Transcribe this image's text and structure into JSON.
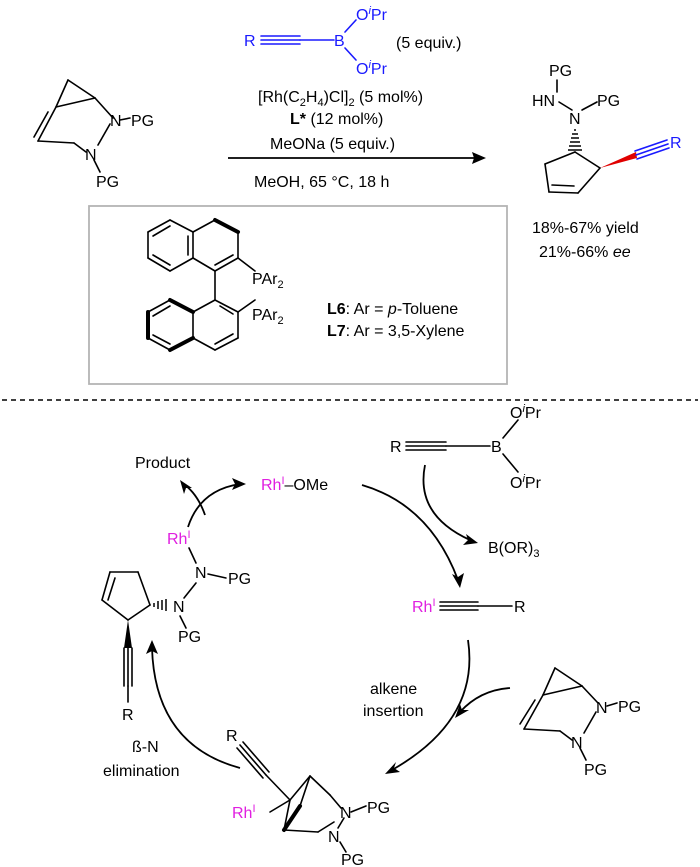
{
  "colors": {
    "alkyne_reagent": "#1a1aff",
    "rhodium": "#e020e0",
    "wedge_bond": "#e00000",
    "box_border": "#b4b4b4"
  },
  "reaction": {
    "reagent": {
      "R": "R",
      "B": "B",
      "OiPr": [
        "O",
        "i",
        "Pr"
      ],
      "equiv": "(5 equiv.)"
    },
    "conditions": {
      "catalyst": [
        "[Rh(C",
        "2",
        "H",
        "4",
        ")Cl]",
        "2",
        " (5 mol%)"
      ],
      "ligand": [
        "L*",
        " (12 mol%)"
      ],
      "base": "MeONa (5 equiv.)",
      "solvent": "MeOH, 65 °C, 18 h"
    },
    "substrate": {
      "PG1": "PG",
      "PG2": "PG",
      "N": "N"
    },
    "product": {
      "PG_top": "PG",
      "HN": "HN",
      "PG_mid": "PG",
      "N": "N",
      "R": "R",
      "yield": "18%-67% yield",
      "ee": [
        "21%-66% ",
        "ee"
      ]
    },
    "ligands": {
      "PAr2": [
        "PAr",
        "2"
      ],
      "L6": [
        "L6",
        ": Ar = ",
        "p",
        "-Toluene"
      ],
      "L7": [
        "L7",
        ": Ar = 3,5-Xylene"
      ]
    }
  },
  "cycle": {
    "product_label": "Product",
    "rh_ome": [
      "Rh",
      "I",
      "–OMe"
    ],
    "boronate": {
      "R": "R",
      "B": "B",
      "OiPr": [
        "O",
        "i",
        "Pr"
      ]
    },
    "byproduct": [
      "B(OR)",
      "3"
    ],
    "rh_alkynyl": [
      "Rh",
      "I",
      "R"
    ],
    "step_insertion": [
      "alkene",
      "insertion"
    ],
    "step_elimination": [
      "ß-N",
      "elimination"
    ],
    "insertion_intermediate": {
      "R": "R",
      "rh": [
        "Rh",
        "I"
      ],
      "N": "N",
      "PG1": "PG",
      "PG2": "PG"
    },
    "elimination_intermediate": {
      "rh": [
        "Rh",
        "I"
      ],
      "N": "N",
      "PG1": "PG",
      "PG2": "PG",
      "R": "R"
    },
    "substrate": {
      "N": "N",
      "PG1": "PG",
      "PG2": "PG"
    }
  }
}
